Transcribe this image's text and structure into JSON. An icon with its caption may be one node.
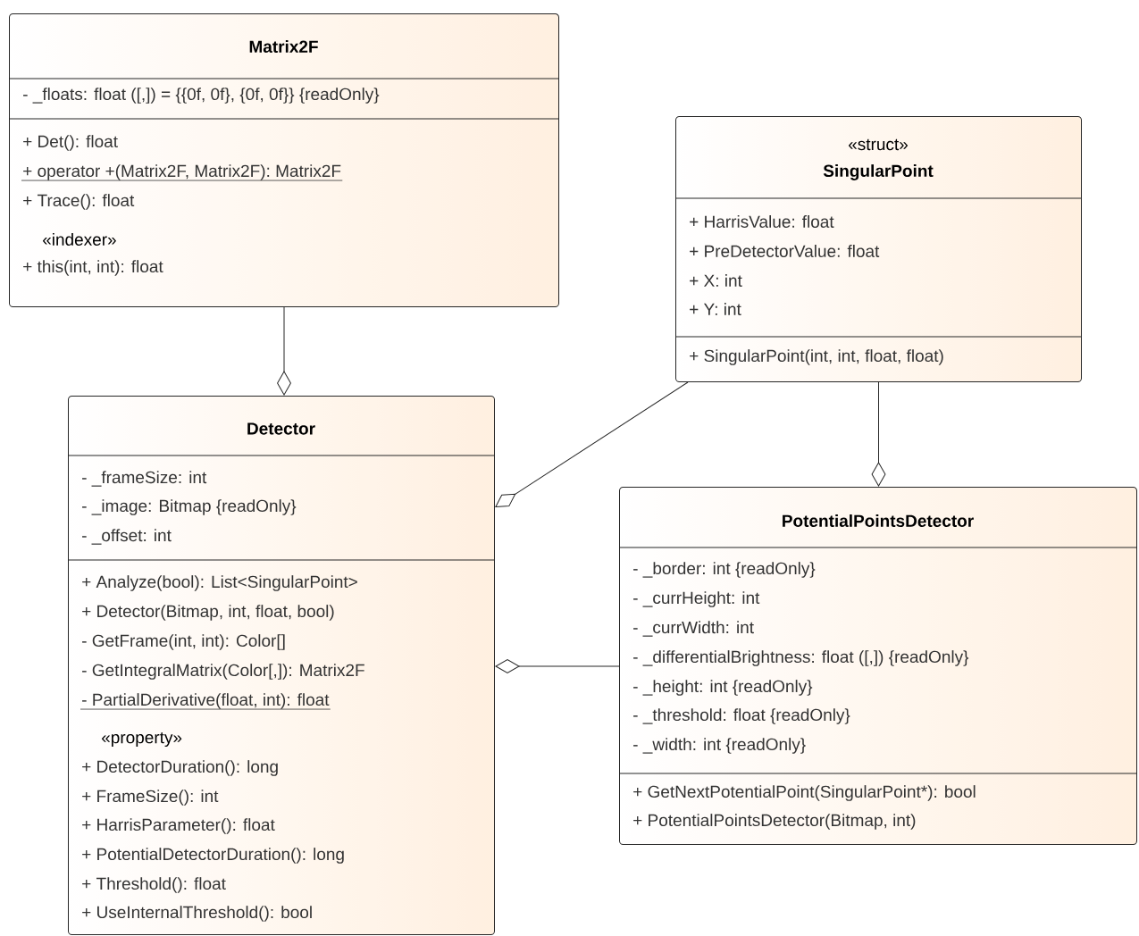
{
  "diagram": {
    "nodes": [
      {
        "text": [
          "Matrix2F",
          "- _floats: float ([,]) = {{0f, 0f}, {0f, 0f}} {readOnly}",
          "+ Det(): float",
          "+ operator +(Matrix2F, Matrix2F): Matrix2F",
          "+ Trace(): float",
          "«indexer»",
          "+ this(int, int): float"
        ]
      },
      {
        "text": [
          "«struct»",
          "SingularPoint",
          "+ HarrisValue: float",
          "+ PreDetectorValue: float",
          "+ X: int",
          "+ Y: int",
          "+ SingularPoint(int, int, float, float)"
        ]
      },
      {
        "text": [
          "Detector",
          "- _frameSize: int",
          "- _image: Bitmap {readOnly}",
          "- _offset: int",
          "+ Analyze(bool): List<SingularPoint>",
          "+ Detector(Bitmap, int, float, bool)",
          "- GetFrame(int, int): Color[]",
          "- GetIntegralMatrix(Color[,]): Matrix2F",
          "- PartialDerivative(float, int): float",
          "«property»",
          "+ DetectorDuration(): long",
          "+ FrameSize(): int",
          "+ HarrisParameter(): float",
          "+ PotentialDetectorDuration(): long",
          "+ Threshold(): float",
          "+ UseInternalThreshold(): bool"
        ]
      },
      {
        "text": [
          "PotentialPointsDetector",
          "- _border: int {readOnly}",
          "- _currHeight: int",
          "- _currWidth: int",
          "- _differentialBrightness: float ([,]) {readOnly}",
          "- _height: int {readOnly}",
          "- _threshold: float {readOnly}",
          "- _width: int {readOnly}",
          "+ GetNextPotentialPoint(SingularPoint*): bool",
          "+ PotentialPointsDetector(Bitmap, int)"
        ]
      }
    ],
    "edges": [
      {
        "from": 0,
        "to": 2,
        "arrow": "other"
      },
      {
        "from": 1,
        "to": 2,
        "arrow": "other"
      },
      {
        "from": 1,
        "to": 3,
        "arrow": "other"
      },
      {
        "from": 3,
        "to": 2,
        "arrow": "other"
      }
    ]
  }
}
